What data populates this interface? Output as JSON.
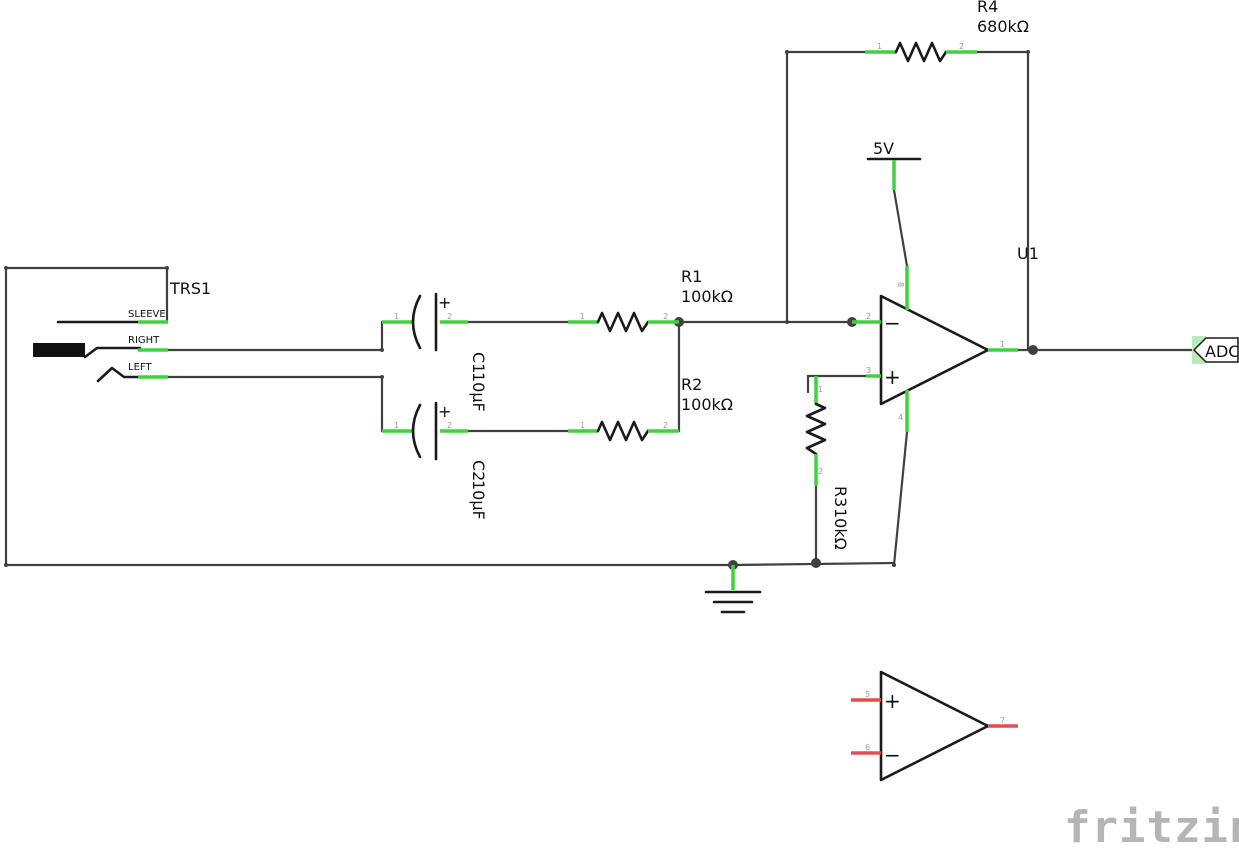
{
  "components": {
    "trs1": {
      "ref": "TRS1",
      "pins": [
        "SLEEVE",
        "RIGHT",
        "LEFT"
      ]
    },
    "c1": {
      "ref": "C1",
      "value": "10µF",
      "polarity": "+"
    },
    "c2": {
      "ref": "C2",
      "value": "10µF",
      "polarity": "+"
    },
    "r1": {
      "ref": "R1",
      "value": "100kΩ"
    },
    "r2": {
      "ref": "R2",
      "value": "100kΩ"
    },
    "r3": {
      "ref": "R3",
      "value": "10kΩ"
    },
    "r4": {
      "ref": "R4",
      "value": "680kΩ"
    },
    "u1": {
      "ref": "U1",
      "minus": "−",
      "plus": "+"
    },
    "u1b": {
      "minus": "−",
      "plus": "+"
    },
    "supply": {
      "label": "5V"
    },
    "adc": {
      "label": "ADC"
    }
  },
  "pin_numbers": {
    "one": "1",
    "two": "2",
    "three": "3",
    "four": "4",
    "five": "5",
    "six": "6",
    "seven": "7",
    "eight": "8"
  },
  "logo": "fritzing",
  "colors": {
    "wire": "#404040",
    "connected_pin": "#3fd13f",
    "unconnected_pin": "#e05050",
    "part": "#1a1a1a"
  }
}
